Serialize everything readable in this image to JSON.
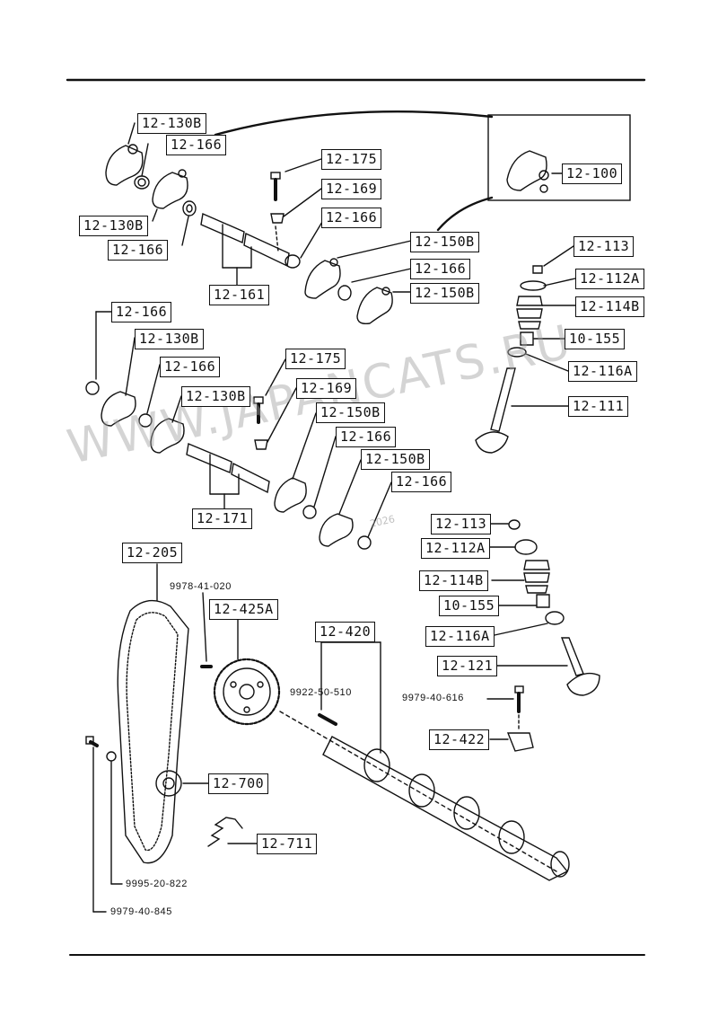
{
  "watermark": {
    "text": "WWW.JAPANCATS.RU",
    "year": "2026"
  },
  "callouts": {
    "rocker_arm_130b_top": "12-130B",
    "spring_166_top_a": "12-166",
    "bolt_175_top": "12-175",
    "washer_169_top": "12-169",
    "spring_166_top_b": "12-166",
    "rocker_arm_130b_top_b": "12-130B",
    "spring_166_top_c": "12-166",
    "rocker_arm_150b_top": "12-150B",
    "spring_166_top_d": "12-166",
    "rocker_arm_150b_top_b": "12-150B",
    "shaft_161": "12-161",
    "rocker_assy_100": "12-100",
    "valve_key_113_a": "12-113",
    "spring_seat_112a_a": "12-112A",
    "valve_spring_114b_a": "12-114B",
    "oil_seal_155_a": "10-155",
    "spring_seat_116a_a": "12-116A",
    "intake_valve_111": "12-111",
    "spring_166_mid_a": "12-166",
    "rocker_arm_130b_mid": "12-130B",
    "spring_166_mid_b": "12-166",
    "rocker_arm_130b_mid_b": "12-130B",
    "bolt_175_mid": "12-175",
    "washer_169_mid": "12-169",
    "rocker_arm_150b_mid": "12-150B",
    "spring_166_mid_c": "12-166",
    "rocker_arm_150b_mid_b": "12-150B",
    "spring_166_mid_d": "12-166",
    "shaft_171": "12-171",
    "valve_key_113_b": "12-113",
    "spring_seat_112a_b": "12-112A",
    "valve_spring_114b_b": "12-114B",
    "oil_seal_155_b": "10-155",
    "spring_seat_116a_b": "12-116A",
    "exhaust_valve_121": "12-121",
    "thrust_plate_422": "12-422",
    "timing_belt_205": "12-205",
    "cam_pulley_425a": "12-425A",
    "camshaft_420": "12-420",
    "tensioner_700": "12-700",
    "tensioner_spring_711": "12-711"
  },
  "part_numbers": {
    "pulley_bolt": "9978-41-020",
    "dowel_pin": "9922-50-510",
    "plate_bolt": "9979-40-616",
    "washer": "9995-20-822",
    "tensioner_bolt": "9979-40-845"
  },
  "colors": {
    "ink": "#111111",
    "paper": "#ffffff",
    "watermark": "#a0a0a0"
  }
}
